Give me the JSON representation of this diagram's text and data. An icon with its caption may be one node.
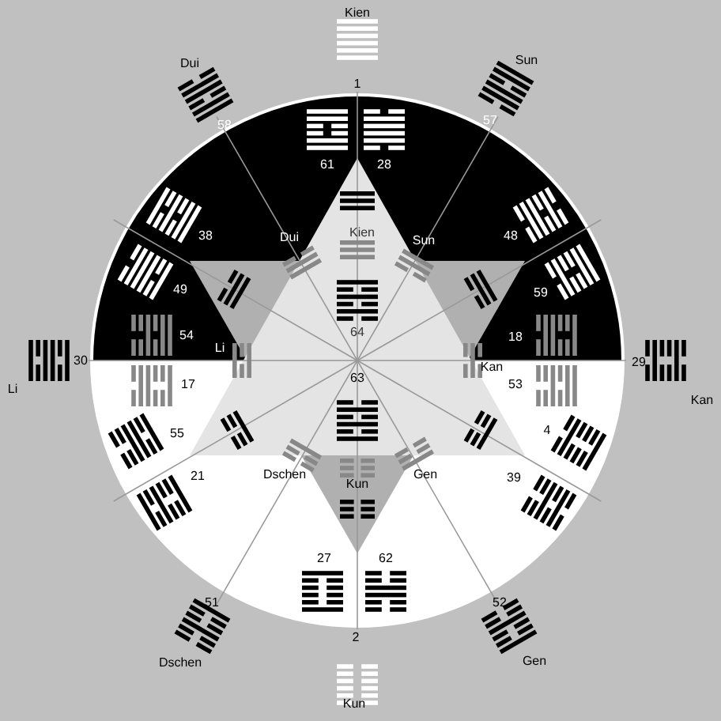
{
  "diagram": {
    "labels": [
      "Kien",
      "Dui",
      "Sun",
      "1",
      "57",
      "58",
      "61",
      "28",
      "38",
      "Dui",
      "Kien",
      "Sun",
      "48",
      "49",
      "59",
      "54",
      "64",
      "18",
      "30",
      "Li",
      "Kan",
      "29",
      "Li",
      "17",
      "63",
      "53",
      "Kan",
      "55",
      "4",
      "21",
      "Dschen",
      "Kun",
      "Gen",
      "39",
      "27",
      "62",
      "51",
      "52",
      "2",
      "Dschen",
      "Gen",
      "Kun"
    ]
  }
}
